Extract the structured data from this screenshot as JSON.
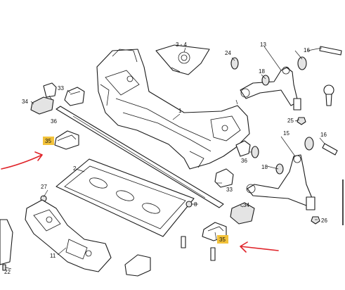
{
  "callouts": {
    "n1": "1",
    "n2": "2",
    "n3_4": "3 - 4",
    "n8": "8",
    "n11": "11",
    "n13": "13",
    "n15": "15",
    "n16a": "16",
    "n16b": "16",
    "n18a": "18",
    "n18b": "18",
    "n22": "22",
    "n24": "24",
    "n25": "25",
    "n26": "26",
    "n27": "27",
    "n33a": "33",
    "n33b": "33",
    "n34a": "34",
    "n34b": "34",
    "n35a": "35",
    "n35b": "35",
    "n36a": "36",
    "n36b": "36"
  },
  "colors": {
    "highlight": "#f2c23a",
    "arrow": "#e0242a"
  }
}
